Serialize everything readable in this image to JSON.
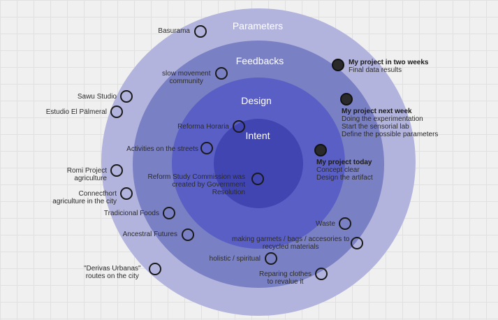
{
  "layers": {
    "parameters": "Parameters",
    "feedbacks": "Feedbacks",
    "design": "Design",
    "intent": "Intent"
  },
  "notes": {
    "basurama": "Basurama",
    "slow_movement": [
      "slow movement",
      "community"
    ],
    "sawu_studio": "Sawu Studio",
    "estudio_palmeral": "Estudio El Pälmeral",
    "reforma_horaria": "Reforma Horaria",
    "activities_streets": "Activities on the streets",
    "romi_project": [
      "Romi Project",
      "agriculture"
    ],
    "reform_commission": [
      "Reform Study Commission was",
      "created by Government",
      "Resolution"
    ],
    "connecthort": [
      "Connecthort",
      "agriculture in the city"
    ],
    "tradicional_foods": "Tradicional Foods",
    "ancestral_futures": "Ancestral Futures",
    "derivas_urbanas": [
      "\"Derivas Urbanas\"",
      "routes on the city"
    ],
    "holistic": "holistic / spiritual",
    "waste": "Waste",
    "making_garments": [
      "making garmets / bags / accesories to",
      "recycled materials"
    ],
    "reparing_clothes": [
      "Reparing clothes",
      "to revalue it"
    ],
    "two_weeks": {
      "title": "My project in two weeks",
      "lines": [
        "Final data results"
      ]
    },
    "next_week": {
      "title": "My project next week",
      "lines": [
        "Doing the experimentation",
        "Start the sensorial lab",
        "Define the possible parameters"
      ]
    },
    "today": {
      "title": "My project today",
      "lines": [
        "Concept clear",
        "Design the artifact"
      ]
    }
  }
}
